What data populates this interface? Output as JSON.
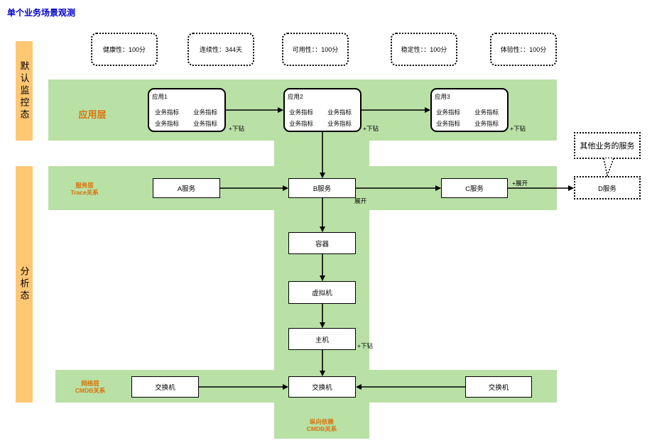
{
  "title": "单个业务场景观测",
  "side_labels": {
    "default_state": "默认监控态",
    "analysis_state": "分析态"
  },
  "metrics": [
    {
      "label": "健康性：100分"
    },
    {
      "label": "连续性：344天"
    },
    {
      "label": "可用性：：100分"
    },
    {
      "label": "稳定性：：100分"
    },
    {
      "label": "体验性：：100分"
    }
  ],
  "layers": {
    "app": "应用层",
    "service_line1": "服务层",
    "service_line2": "Trace关系",
    "network_line1": "网络层",
    "network_line2": "CMDB关系",
    "vertical_line1": "纵向依赖",
    "vertical_line2": "CMDB关系"
  },
  "apps": [
    {
      "name": "应用1",
      "metrics": [
        "业务指标",
        "业务指标",
        "业务指标",
        "业务指标"
      ]
    },
    {
      "name": "应用2",
      "metrics": [
        "业务指标",
        "业务指标",
        "业务指标",
        "业务指标"
      ]
    },
    {
      "name": "应用3",
      "metrics": [
        "业务指标",
        "业务指标",
        "业务指标",
        "业务指标"
      ]
    }
  ],
  "drill_down": "+下钻",
  "expand": "+展开",
  "expand_short": "展开",
  "services": {
    "a": "A服务",
    "b": "B服务",
    "c": "C服务",
    "d": "D服务"
  },
  "callout": "其他业务的服务",
  "stack": {
    "container": "容器",
    "vm": "虚拟机",
    "host": "主机"
  },
  "switches": {
    "left": "交换机",
    "center": "交换机",
    "right": "交换机"
  }
}
